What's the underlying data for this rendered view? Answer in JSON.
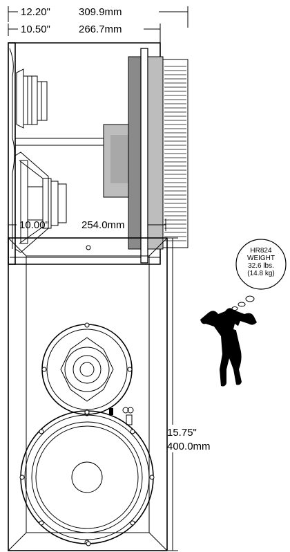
{
  "dimensions": {
    "depth_total": {
      "inches": "12.20\"",
      "mm": "309.9mm"
    },
    "depth_cabinet": {
      "inches": "10.50\"",
      "mm": "266.7mm"
    },
    "width": {
      "inches": "10.00\"",
      "mm": "254.0mm"
    },
    "height": {
      "inches": "15.75\"",
      "mm": "400.0mm"
    }
  },
  "weight_bubble": {
    "model": "HR824",
    "label": "WEIGHT",
    "lbs": "32.6 lbs.",
    "kg": "(14.8 kg)"
  },
  "colors": {
    "line": "#000000",
    "panel_gray": "#bdbdbd",
    "panel_dark": "#8a8a8a",
    "background": "#ffffff"
  }
}
